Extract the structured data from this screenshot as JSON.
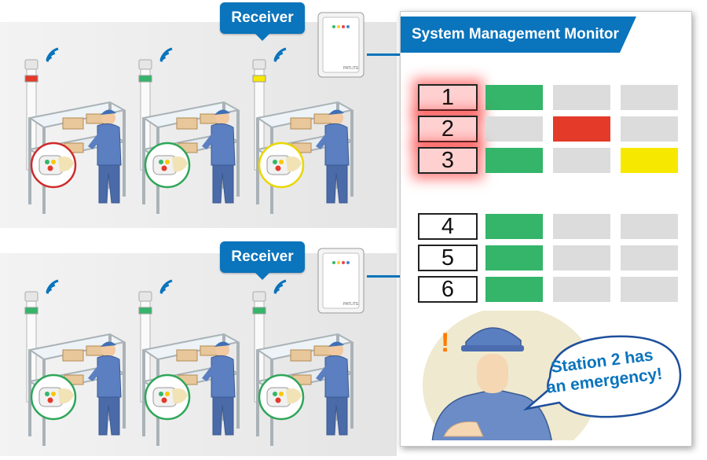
{
  "receivers": [
    {
      "label": "Receiver"
    },
    {
      "label": "Receiver"
    }
  ],
  "receiver_unit_brand": "PATLITE",
  "monitor": {
    "title": "System Management Monitor",
    "rows": [
      {
        "station": "1",
        "cells": [
          "green",
          "gray",
          "gray"
        ],
        "alert": true
      },
      {
        "station": "2",
        "cells": [
          "gray",
          "red",
          "gray"
        ],
        "alert": true
      },
      {
        "station": "3",
        "cells": [
          "green",
          "gray",
          "yellow"
        ],
        "alert": true
      },
      {
        "station": "4",
        "cells": [
          "green",
          "gray",
          "gray"
        ],
        "alert": false
      },
      {
        "station": "5",
        "cells": [
          "green",
          "gray",
          "gray"
        ],
        "alert": false
      },
      {
        "station": "6",
        "cells": [
          "green",
          "gray",
          "gray"
        ],
        "alert": false
      }
    ]
  },
  "stations": [
    {
      "lamp": "red"
    },
    {
      "lamp": "green"
    },
    {
      "lamp": "yellow"
    },
    {
      "lamp": "green"
    },
    {
      "lamp": "green"
    },
    {
      "lamp": "green"
    }
  ],
  "speech_bubble": {
    "line1": "Station 2 has",
    "line2": "an emergency!"
  },
  "colors": {
    "accent": "#0a74bc",
    "green": "#34b56a",
    "red": "#e43a2a",
    "yellow": "#f7e800",
    "gray": "#dcdcdc",
    "red_ring": "#cf2b2b",
    "green_ring": "#2fa65a",
    "yellow_ring": "#e9d700"
  }
}
